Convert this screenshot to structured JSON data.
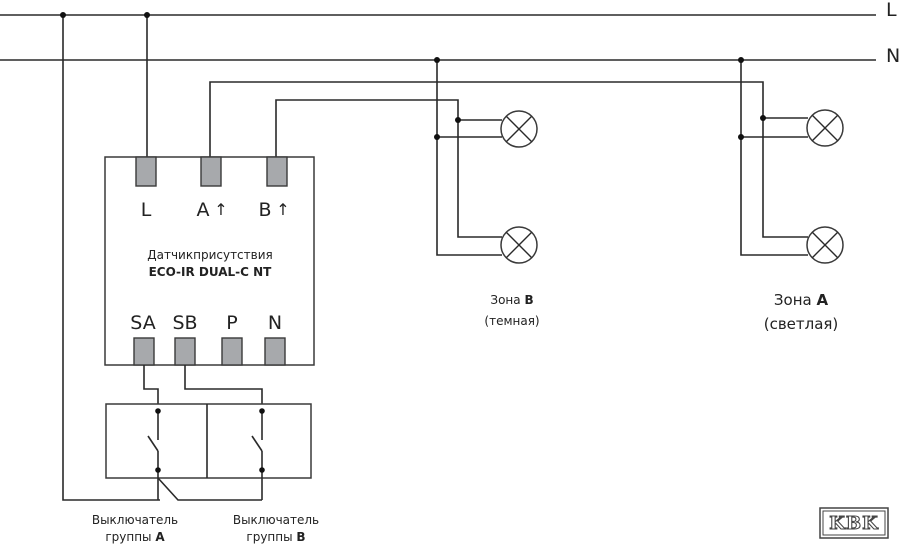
{
  "lines": {
    "phase": "L",
    "neutral": "N"
  },
  "sensor": {
    "top_terminals": [
      "L",
      "A",
      "B"
    ],
    "arrow": "↑",
    "caption_line1": "Датчикприсутствия",
    "caption_line2": "ECO-IR DUAL-C NT",
    "bottom_terminals": [
      "SA",
      "SB",
      "P",
      "N"
    ]
  },
  "switches": {
    "a": {
      "line1": "Выключатель",
      "line2_prefix": "группы ",
      "line2_bold": "А"
    },
    "b": {
      "line1": "Выключатель",
      "line2_prefix": "группы ",
      "line2_bold": "В"
    }
  },
  "zones": {
    "b": {
      "prefix": "Зона ",
      "letter": "В",
      "desc": "(темная)"
    },
    "a": {
      "prefix": "Зона ",
      "letter": "А",
      "desc": "(светлая)"
    }
  },
  "logo": {
    "text": "KBK"
  }
}
